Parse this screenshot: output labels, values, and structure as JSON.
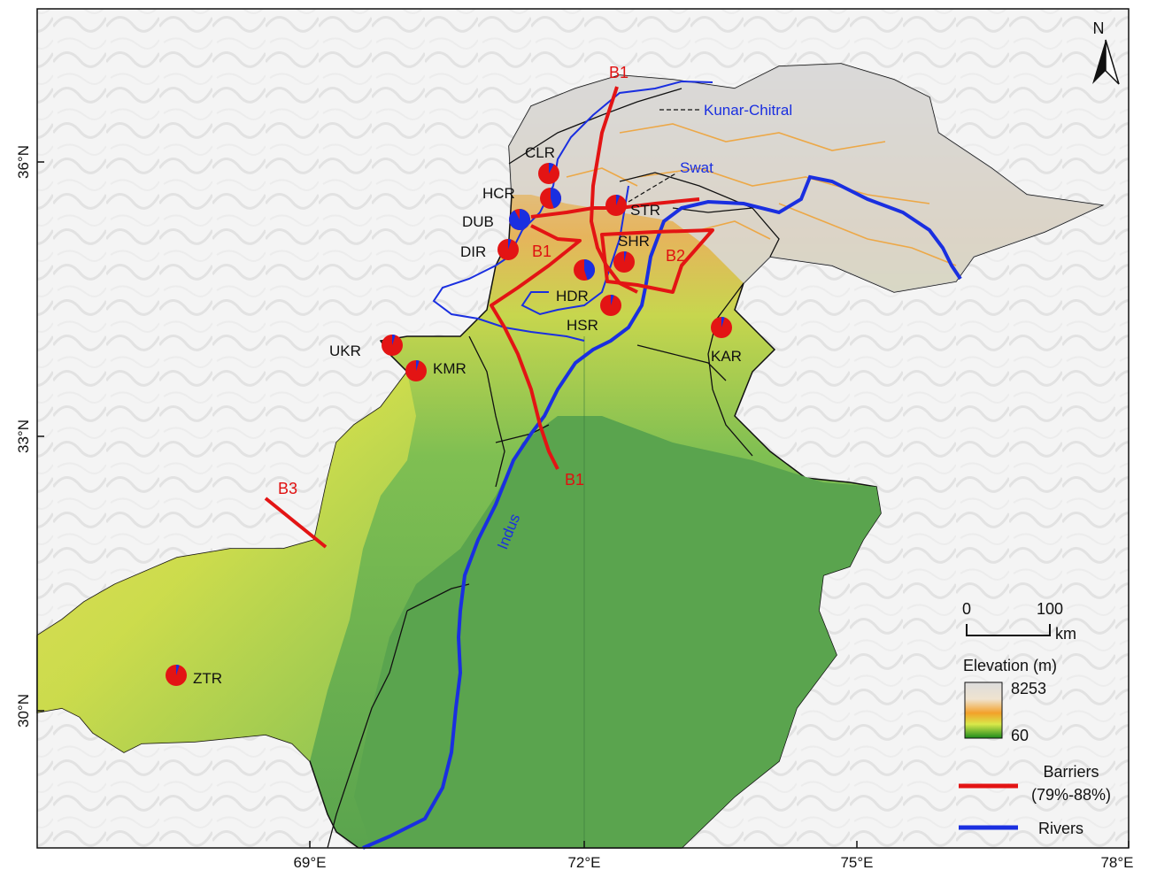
{
  "north_label": "N",
  "lat_ticks": [
    "36°N",
    "33°N",
    "30°N"
  ],
  "lon_ticks": [
    "69°E",
    "72°E",
    "75°E",
    "78°E"
  ],
  "rivers": {
    "kunar": "Kunar-Chitral",
    "swat": "Swat",
    "indus": "Indus"
  },
  "barrier_labels": {
    "b1_north": "B1",
    "b1_mid": "B1",
    "b1_south": "B1",
    "b2": "B2",
    "b3": "B3"
  },
  "sites": [
    {
      "name": "CLR",
      "blue_fraction": 0.08
    },
    {
      "name": "HCR",
      "blue_fraction": 0.45
    },
    {
      "name": "DUB",
      "blue_fraction": 0.92
    },
    {
      "name": "DIR",
      "blue_fraction": 0.05
    },
    {
      "name": "STR",
      "blue_fraction": 0.06
    },
    {
      "name": "SHR",
      "blue_fraction": 0.04
    },
    {
      "name": "HDR",
      "blue_fraction": 0.45
    },
    {
      "name": "HSR",
      "blue_fraction": 0.05
    },
    {
      "name": "KAR",
      "blue_fraction": 0.05
    },
    {
      "name": "UKR",
      "blue_fraction": 0.05
    },
    {
      "name": "KMR",
      "blue_fraction": 0.05
    },
    {
      "name": "ZTR",
      "blue_fraction": 0.05
    }
  ],
  "legend": {
    "scale_zero": "0",
    "scale_max": "100",
    "scale_unit": "km",
    "elevation_title": "Elevation (m)",
    "elevation_max": "8253",
    "elevation_min": "60",
    "barriers_line1": "Barriers",
    "barriers_line2": "(79%-88%)",
    "rivers_label": "Rivers"
  },
  "colors": {
    "barrier": "#e31414",
    "river": "#1a2fe0",
    "pie_major": "#e31414",
    "pie_minor": "#1a2fe0",
    "lowland": "#5aa44e",
    "highland": "#d9d9d9"
  }
}
